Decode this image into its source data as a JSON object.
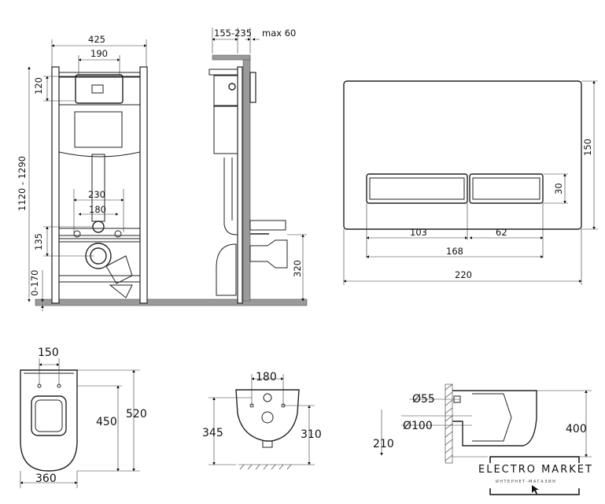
{
  "installation_front": {
    "width_total": "425",
    "width_button": "190",
    "button_height": "120",
    "height_range": "1120 - 1290",
    "studs_outer": "230",
    "studs_inner": "180",
    "outlet_spacing": "135",
    "floor_range": "0-170"
  },
  "installation_side": {
    "depth": "155-235",
    "wall_max": "max 60",
    "outlet_height": "320"
  },
  "flush_panel": {
    "height": "150",
    "button_height": "30",
    "left_button": "103",
    "right_button": "62",
    "buttons_total": "168",
    "width": "220"
  },
  "toilet_top": {
    "seat_width": "150",
    "length": "520",
    "seat_length": "450",
    "width": "360"
  },
  "toilet_back": {
    "stud_spacing": "180",
    "height_left": "345",
    "height_right": "310"
  },
  "toilet_side": {
    "inlet_diameter": "Ø55",
    "outlet_diameter": "Ø100",
    "outlet_height": "210",
    "height": "400"
  },
  "watermark": {
    "brand": "ELECTRO MARKET",
    "subtitle": "ИНТЕРНЕТ-МАГАЗИН"
  }
}
